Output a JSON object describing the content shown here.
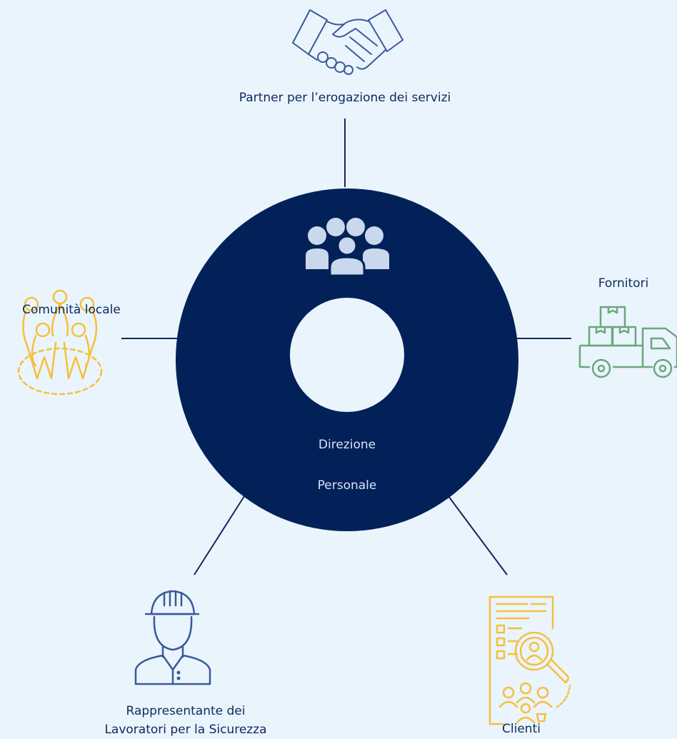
{
  "center": {
    "labels": [
      "Direzione",
      "Personale"
    ],
    "icon": "people-group-icon"
  },
  "stakeholders": [
    {
      "id": "partner",
      "label_lines": [
        "Partner per l’erogazione dei servizi"
      ],
      "icon": "handshake-icon",
      "icon_color": "#3a5a98"
    },
    {
      "id": "fornitori",
      "label_lines": [
        "Fornitori"
      ],
      "icon": "delivery-truck-icon",
      "icon_color": "#6aa87a"
    },
    {
      "id": "clienti",
      "label_lines": [
        "Clienti"
      ],
      "icon": "client-document-search-icon",
      "icon_color": "#f5c03a"
    },
    {
      "id": "rls",
      "label_lines": [
        "Rappresentante dei",
        "Lavoratori per la Sicurezza"
      ],
      "icon": "construction-worker-icon",
      "icon_color": "#3a5a98"
    },
    {
      "id": "comunita",
      "label_lines": [
        "Comunità locale"
      ],
      "icon": "community-people-icon",
      "icon_color": "#f5c03a"
    }
  ],
  "colors": {
    "background": "#eaf4fd",
    "ring": "#022159",
    "connector": "#0d2a5c",
    "text": "#0d2a5c",
    "center_text": "#d8e4f4"
  }
}
